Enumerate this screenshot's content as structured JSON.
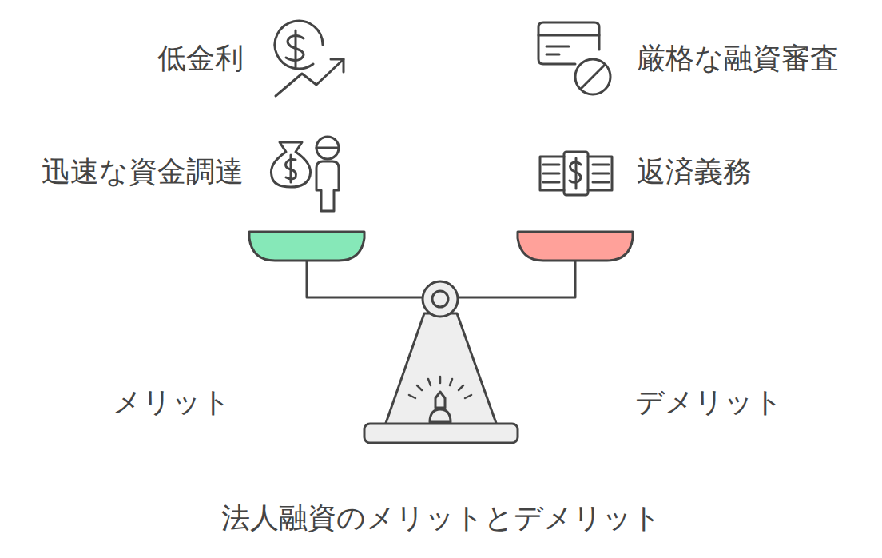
{
  "diagram": {
    "caption": "法人融資のメリットとデメリット",
    "labels": [
      "低金利",
      "迅速な資金調達",
      "厳格な融資審査",
      "返済義務",
      "メリット",
      "デメリット"
    ]
  }
}
